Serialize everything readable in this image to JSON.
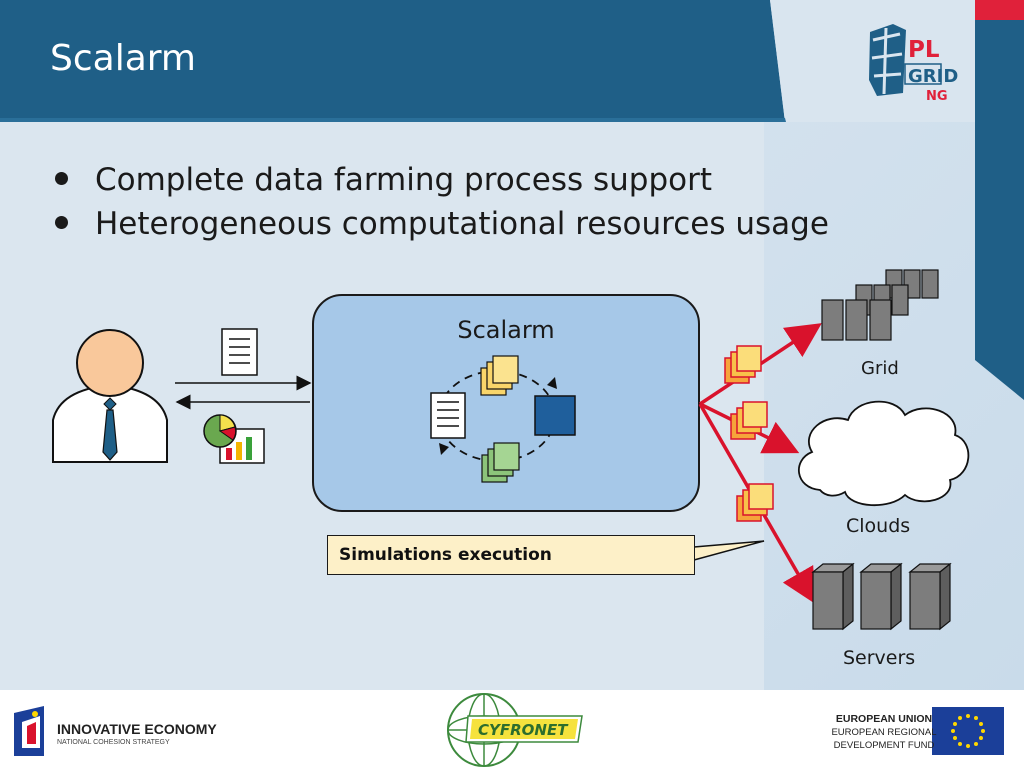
{
  "slide": {
    "title": "Scalarm",
    "bullets": [
      "Complete data farming process support",
      "Heterogeneous computational resources usage"
    ]
  },
  "diagram": {
    "center_label": "Scalarm",
    "callout": "Simulations execution",
    "resources": {
      "grid": "Grid",
      "clouds": "Clouds",
      "servers": "Servers"
    }
  },
  "logos": {
    "plgrid_line1": "PL",
    "plgrid_line2": "GRID",
    "plgrid_line3": "NG",
    "innovative_economy": "INNOVATIVE ECONOMY",
    "innovative_economy_sub": "NATIONAL COHESION STRATEGY",
    "cyfronet": "CYFRONET",
    "eu_title": "EUROPEAN UNION",
    "eu_line2": "EUROPEAN REGIONAL",
    "eu_line3": "DEVELOPMENT FUND"
  },
  "colors": {
    "header": "#1f5f87",
    "header_dark": "#184e72",
    "scalarm_box": "#a6c8e8",
    "arrow_red": "#d9122c",
    "callout_fill": "#fdf0c8",
    "server_gray": "#7d7d7d",
    "eu_blue": "#1b3f99",
    "eu_star": "#ffd800"
  }
}
